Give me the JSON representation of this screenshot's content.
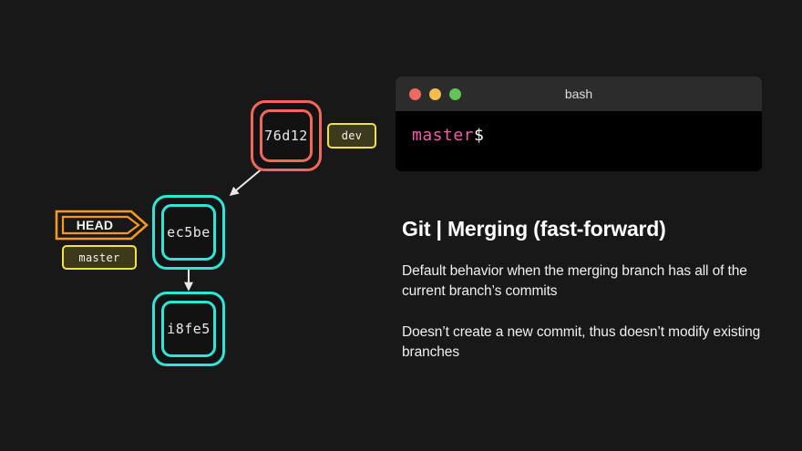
{
  "background_color": "#181818",
  "graph": {
    "commits": [
      {
        "id": "76d12",
        "color": "#f2675a",
        "branch_color_name": "red"
      },
      {
        "id": "ec5be",
        "color": "#2ee6d6",
        "branch_color_name": "cyan"
      },
      {
        "id": "i8fe5",
        "color": "#2ee6d6",
        "branch_color_name": "cyan"
      }
    ],
    "tags": [
      {
        "name": "dev",
        "border_color": "#f2e33c",
        "fill_color": "#3d3a1c"
      },
      {
        "name": "master",
        "border_color": "#f2e33c",
        "fill_color": "#3d3a1c"
      }
    ],
    "head": {
      "label": "HEAD",
      "color": "#f59a1e"
    },
    "arrow_color": "#e8e8e8"
  },
  "terminal": {
    "title": "bash",
    "dots": [
      {
        "name": "close",
        "color": "#ec6a5e"
      },
      {
        "name": "minimize",
        "color": "#f4bd4f"
      },
      {
        "name": "maximize",
        "color": "#61c454"
      }
    ],
    "prompt": {
      "branch": "master",
      "sigil": "$",
      "branch_color": "#ef5fa7",
      "sigil_color": "#ffffff"
    }
  },
  "copy": {
    "title": "Git | Merging (fast-forward)",
    "paragraphs": [
      "Default behavior when the merging branch has all of the current branch’s commits",
      "Doesn’t create a new commit, thus doesn’t modify existing branches"
    ]
  }
}
